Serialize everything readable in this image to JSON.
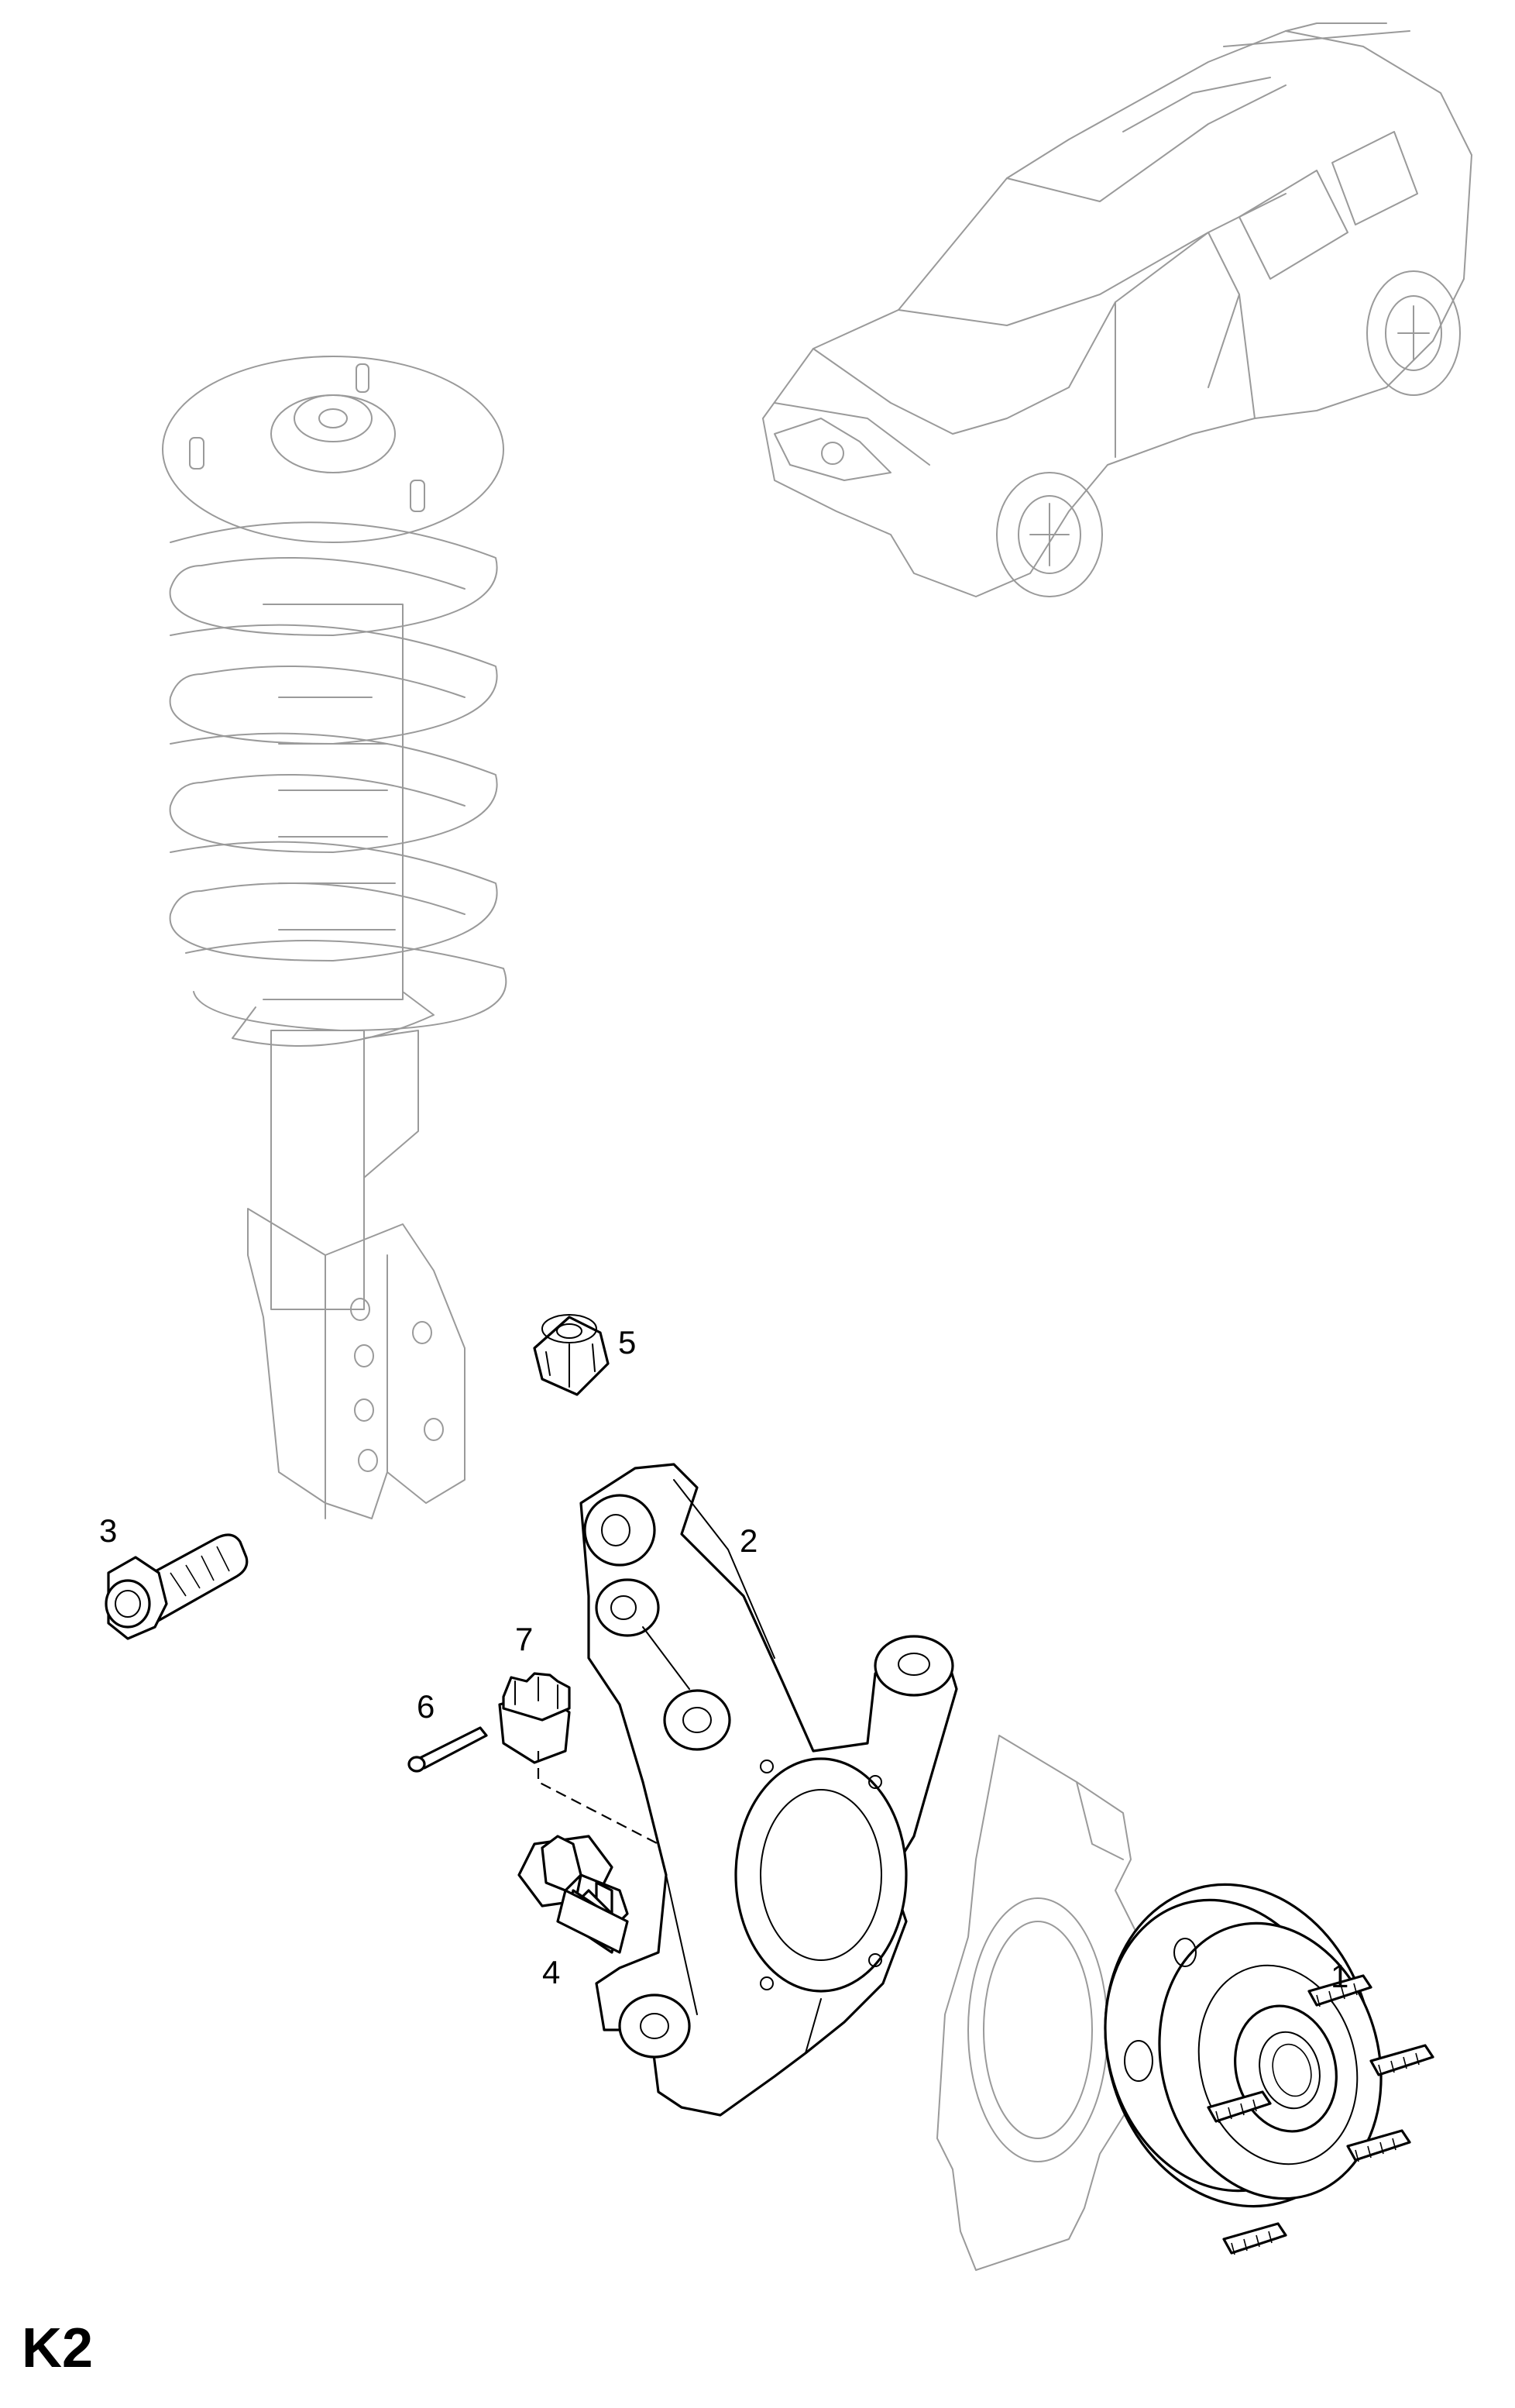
{
  "figure_id": "K2",
  "callouts": {
    "c1": "1",
    "c2": "2",
    "c3": "3",
    "c4": "4",
    "c5": "5",
    "c6": "6",
    "c7": "7"
  },
  "colors": {
    "ghost_line": "#9a9a9a",
    "part_line": "#000000",
    "background": "#ffffff"
  }
}
